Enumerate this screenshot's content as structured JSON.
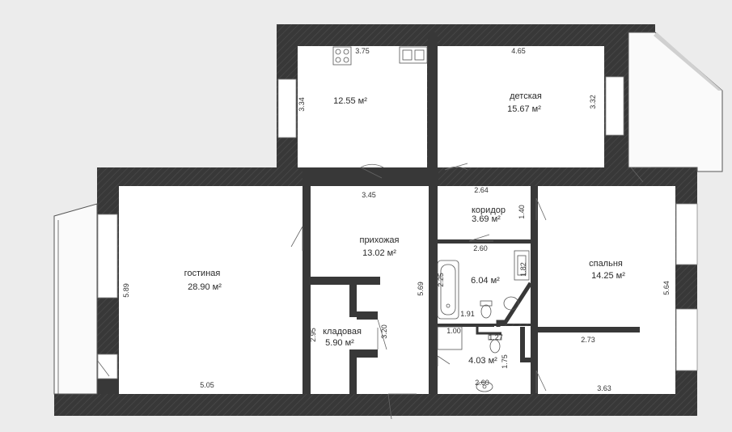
{
  "rooms": {
    "kitchen": {
      "area": "12.55 м²"
    },
    "kids": {
      "name": "детская",
      "area": "15.67 м²"
    },
    "corridor": {
      "name": "коридор",
      "area": "3.69 м²"
    },
    "hall": {
      "name": "прихожая",
      "area": "13.02 м²"
    },
    "living": {
      "name": "гостиная",
      "area": "28.90 м²"
    },
    "bedroom": {
      "name": "спальня",
      "area": "14.25 м²"
    },
    "storage": {
      "name": "кладовая",
      "area": "5.90 м²"
    },
    "bath": {
      "area": "6.04 м²"
    },
    "wc": {
      "area": "4.03 м²"
    }
  },
  "dimensions": {
    "kitchen_width": "3.75",
    "kitchen_height": "3.34",
    "kids_width": "4.65",
    "kids_height": "3.32",
    "corridor_width": "2.64",
    "corridor_height": "1.40",
    "hall_width": "3.45",
    "hall_height": "5.69",
    "living_height": "5.89",
    "living_width": "5.05",
    "storage_height": "2.95",
    "storage_side": "3.20",
    "bath_top": "2.60",
    "bath_height": "2.25",
    "bath_tub_width": "1.91",
    "bath_side": "1.82",
    "wc_top": "1.00",
    "wc_mid": "1.27",
    "wc_height": "1.75",
    "wc_bottom": "2.60",
    "bedroom_height": "5.64",
    "bedroom_mid": "2.73",
    "bedroom_bottom": "3.63"
  }
}
